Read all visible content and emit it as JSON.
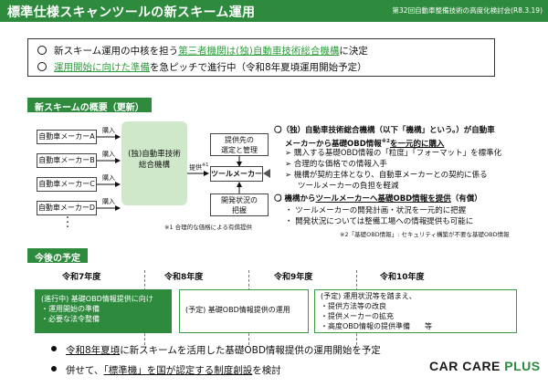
{
  "header": {
    "title": "標準仕様スキャンツールの新スキーム運用",
    "note": "第32回自動車整備技術の高度化検討会(R8.3.19)"
  },
  "summary": {
    "line1": {
      "pre": "新スキーム運用の中核を担う",
      "hl": "第三者機関は(独)自動車技術総合機構",
      "post": "に決定"
    },
    "line2": {
      "hl": "運用開始に向けた準備",
      "post": "を急ピッチで進行中（令和8年夏頃運用開始予定）"
    }
  },
  "overview": {
    "tab": "新スキームの概要（更新）",
    "makers": [
      "自動車メーカーA",
      "自動車メーカーB",
      "自動車メーカーC",
      "自動車メーカーD"
    ],
    "purchase_label": "購入",
    "center": {
      "line1": "(独)自動車技術",
      "line2": "総合機構"
    },
    "provide_label": "提供",
    "provide_sup": "※1",
    "tool_maker": "ツールメーカー",
    "select_box": {
      "line1": "提供先の",
      "line2": "選定と管理"
    },
    "dev_box": {
      "line1": "開発状況の",
      "line2": "把握"
    },
    "footnote1": "※1 合理的な価格による有償提供",
    "footnote2": "※2「基礎OBD情報」: セキュリティ構築が不要な基礎OBD情報",
    "desc": {
      "h1a": "〇（独）自動車技術総合機構（以下「機構」という。）が自動車",
      "h1b_pre": "メーカーから基礎OBD情報",
      "h1b_sup": "※2",
      "h1b_u": "を一元的に購入",
      "b1a": "購入する基礎OBD情報の「粒度」「フォーマット」を標準化",
      "b1b": "合理的な価格での情報入手",
      "b1c": "機構が契約主体となり、自動車メーカーとの契約に係る",
      "b1d": "ツールメーカーの負担を軽減",
      "h2_pre": "〇 機構から",
      "h2_u": "ツールメーカーへ基礎OBD情報を提供",
      "h2_post": "（有償）",
      "b2a": "ツールメーカーの開発計画・状況を一元的に把握",
      "b2b": "開発状況については整備工場への情報提供も可能に"
    }
  },
  "schedule": {
    "tab": "今後の予定",
    "years": [
      "令和7年度",
      "令和8年度",
      "令和9年度",
      "令和10年度"
    ],
    "box1": [
      "(進行中) 基礎OBD情報提供に向け",
      "・運用開始の準備",
      "・必要な法令整備"
    ],
    "box2": [
      "(予定) 基礎OBD情報提供の運用"
    ],
    "box3": [
      "(予定) 運用状況等を踏まえ、",
      "・提供方法等の改良",
      "・提供メーカーの拡充",
      "・高度OBD情報の提供準備　　等"
    ]
  },
  "bullets": {
    "b1": {
      "u": "令和8年夏頃",
      "rest": "に新スキームを活用した基礎OBD情報提供の運用開始を予定"
    },
    "b2": {
      "pre": "併せて、",
      "u": "「標準機」を国が認定する制度創設",
      "post": "を検討"
    }
  },
  "logo": {
    "main": "CAR CARE",
    "plus": "PLUS"
  }
}
